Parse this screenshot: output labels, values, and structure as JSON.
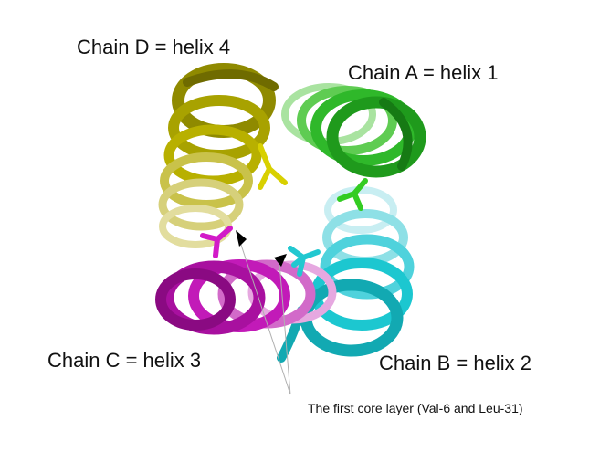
{
  "labels": {
    "chain_d": "Chain D = helix 4",
    "chain_a": "Chain A = helix 1",
    "chain_c": "Chain C = helix 3",
    "chain_b": "Chain B = helix 2"
  },
  "annotation": "The first core layer (Val-6 and Leu-31)",
  "colors": {
    "chain_a": "#2fb82a",
    "chain_b": "#1cc7d0",
    "chain_c": "#c21ab8",
    "chain_d": "#b8b000"
  }
}
